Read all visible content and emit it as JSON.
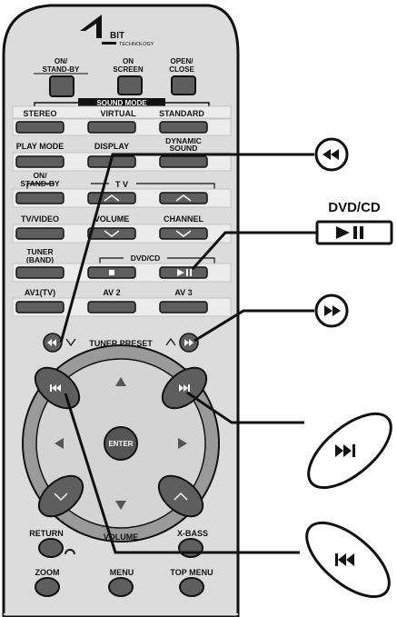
{
  "logo": {
    "badge": "1",
    "brand": "BIT",
    "sub": "TECHNOLOGY"
  },
  "top_buttons": [
    {
      "line1": "ON/",
      "line2": "STAND-BY"
    },
    {
      "line1": "ON",
      "line2": "SCREEN"
    },
    {
      "line1": "OPEN/",
      "line2": "CLOSE"
    }
  ],
  "sound_mode": {
    "title": "SOUND MODE",
    "buttons": [
      "STEREO",
      "VIRTUAL",
      "STANDARD"
    ]
  },
  "row2": {
    "play_mode": "PLAY MODE",
    "display": "DISPLAY",
    "dynamic_1": "DYNAMIC",
    "dynamic_2": "SOUND"
  },
  "tv": {
    "title": "T V",
    "standby_1": "ON/",
    "standby_2": "STAND-BY",
    "tv_video": "TV/VIDEO",
    "volume": "VOLUME",
    "channel": "CHANNEL"
  },
  "tuner_row": {
    "tuner_1": "TUNER",
    "tuner_2": "(BAND)",
    "dvdcd": "DVD/CD"
  },
  "av_row": [
    "AV1(TV)",
    "AV 2",
    "AV 3"
  ],
  "tuner_preset": "TUNER PRESET",
  "nav": {
    "enter": "ENTER"
  },
  "volume_label": "VOLUME",
  "bottom": {
    "return": "RETURN",
    "xbass": "X-BASS",
    "zoom": "ZOOM",
    "menu": "MENU",
    "top_menu": "TOP MENU"
  },
  "callouts": {
    "dvd_cd_caption": "DVD/CD"
  },
  "icons": {
    "rewind": "rewind-icon",
    "fast_forward": "fast-forward-icon",
    "play_pause": "play-pause-icon",
    "skip_next": "skip-next-icon",
    "skip_prev": "skip-previous-icon"
  },
  "colors": {
    "body": "#dcdcdc",
    "button": "#5e5e5e",
    "outline": "#111111",
    "ring": "#9a9a9a"
  }
}
